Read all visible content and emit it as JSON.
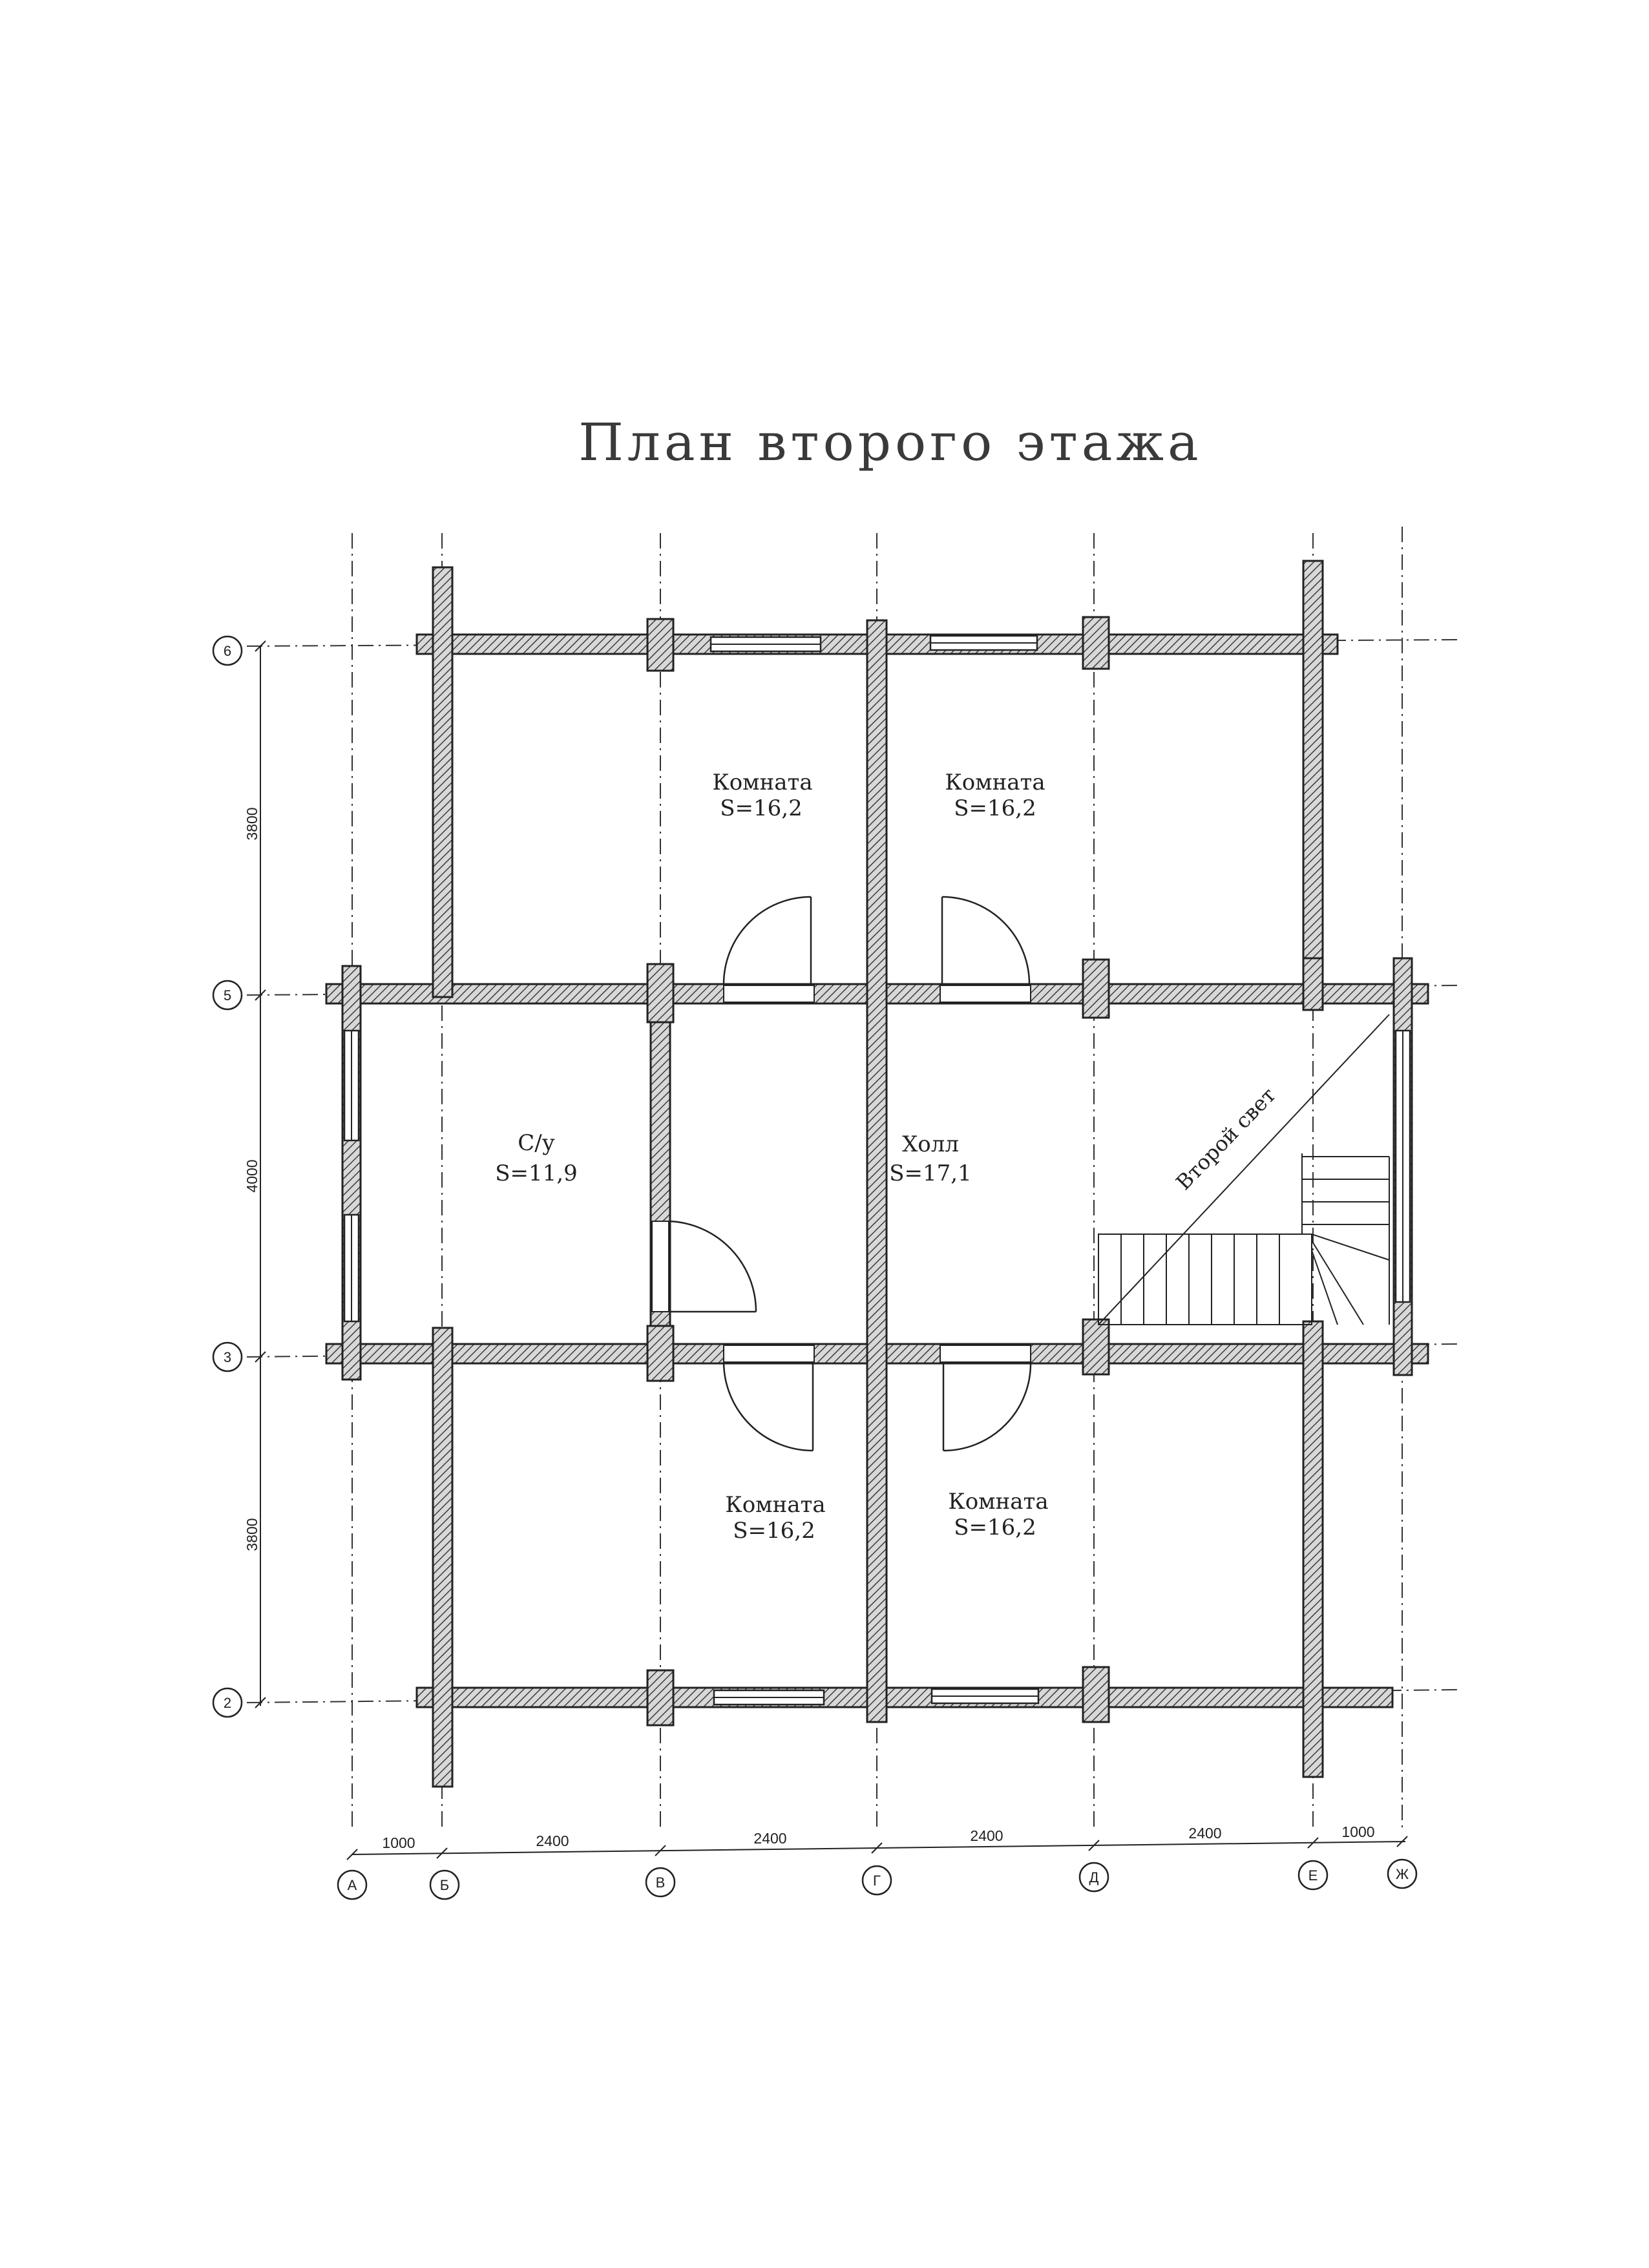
{
  "title": "План второго этажа",
  "rooms": [
    {
      "id": "room-top-left",
      "name": "Комната",
      "area": "S=16,2"
    },
    {
      "id": "room-top-right",
      "name": "Комната",
      "area": "S=16,2"
    },
    {
      "id": "bathroom",
      "name": "С/у",
      "area": "S=11,9"
    },
    {
      "id": "hall",
      "name": "Холл",
      "area": "S=17,1"
    },
    {
      "id": "room-bottom-left",
      "name": "Комната",
      "area": "S=16,2"
    },
    {
      "id": "room-bottom-right",
      "name": "Комната",
      "area": "S=16,2"
    }
  ],
  "stair_label": "Второй свет",
  "axes": {
    "horizontal": [
      "6",
      "5",
      "3",
      "2"
    ],
    "vertical": [
      "А",
      "Б",
      "В",
      "Г",
      "Д",
      "Е",
      "Ж"
    ]
  },
  "dimensions": {
    "vertical": [
      "3800",
      "4000",
      "3800"
    ],
    "horizontal": [
      "1000",
      "2400",
      "2400",
      "2400",
      "2400",
      "1000"
    ]
  }
}
